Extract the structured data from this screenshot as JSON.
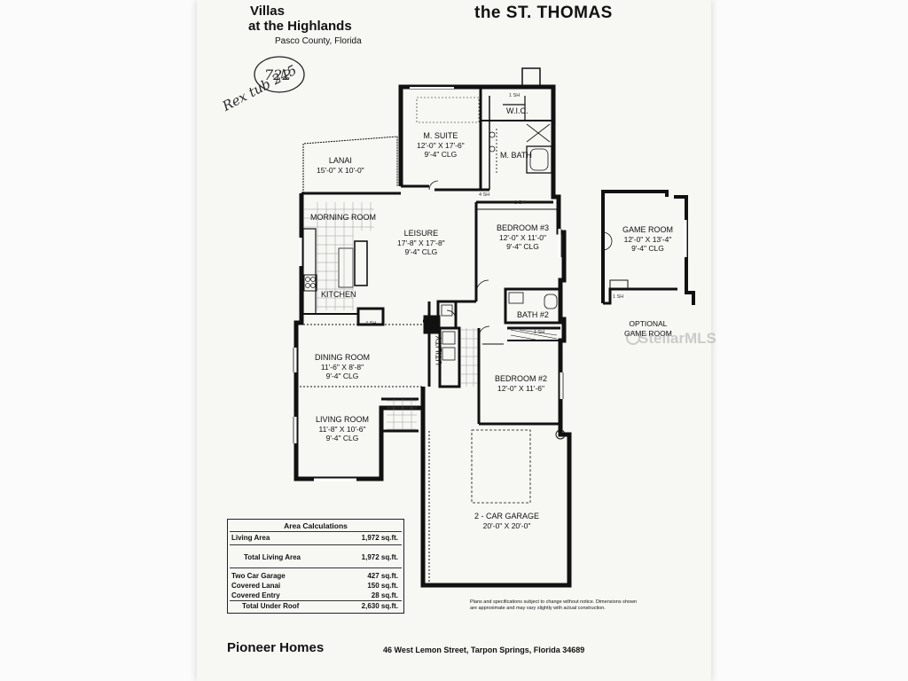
{
  "header": {
    "community_line1": "Villas",
    "community_line2": "at the Highlands",
    "county": "Pasco County, Florida",
    "model": "the ST. THOMAS"
  },
  "handwriting": {
    "circle_note": "722",
    "price_note": "Rex tub 245"
  },
  "rooms": {
    "lanai": {
      "name": "LANAI",
      "dims": "15'-0\" X 10'-0\""
    },
    "master_suite": {
      "name": "M. SUITE",
      "dims": "12'-0\" X 17'-6\"",
      "ceiling": "9'-4\" CLG"
    },
    "wic": {
      "name": "W.I.C."
    },
    "master_bath": {
      "name": "M. BATH"
    },
    "morning_room": {
      "name": "MORNING ROOM"
    },
    "leisure": {
      "name": "LEISURE",
      "dims": "17'-8\" X 17'-8\"",
      "ceiling": "9'-4\" CLG"
    },
    "bedroom3": {
      "name": "BEDROOM #3",
      "dims": "12'-0\" X 11'-0\"",
      "ceiling": "9'-4\" CLG"
    },
    "kitchen": {
      "name": "KITCHEN"
    },
    "bath2": {
      "name": "BATH #2"
    },
    "dining_room": {
      "name": "DINING ROOM",
      "dims": "11'-6\" X 8'-8\"",
      "ceiling": "9'-4\" CLG"
    },
    "utility": {
      "name": "UTILITY"
    },
    "bedroom2": {
      "name": "BEDROOM #2",
      "dims": "12'-0\" X 11'-6\""
    },
    "living_room": {
      "name": "LIVING ROOM",
      "dims": "11'-8\" X 10'-6\"",
      "ceiling": "9'-4\" CLG"
    },
    "garage": {
      "name": "2 - CAR GARAGE",
      "dims": "20'-0\" X 20'-0\""
    },
    "game_room": {
      "name": "GAME ROOM",
      "dims": "12'-0\" X 13'-4\"",
      "ceiling": "9'-4\" CLG"
    }
  },
  "shelf_labels": {
    "sh1": "1 SH",
    "sh2": "1 SH",
    "sh3": "4 SH",
    "sh4": "1 SH",
    "sh5": "4 SH",
    "sh6": "1 SH"
  },
  "optional_label": {
    "line1": "OPTIONAL",
    "line2": "GAME ROOM"
  },
  "area_calculations": {
    "title": "Area Calculations",
    "rows": [
      {
        "label": "Living Area",
        "value": "1,972 sq.ft."
      },
      {
        "label": "Total Living Area",
        "value": "1,972 sq.ft."
      },
      {
        "label": "Two Car Garage",
        "value": "427 sq.ft."
      },
      {
        "label": "Covered Lanai",
        "value": "150 sq.ft."
      },
      {
        "label": "Covered Entry",
        "value": "28 sq.ft."
      },
      {
        "label": "Total Under Roof",
        "value": "2,630 sq.ft."
      }
    ]
  },
  "disclaimer": {
    "line1": "Plans and specifications subject to change without notice. Dimensions shown",
    "line2": "are approximate and may vary slightly with actual construction."
  },
  "footer": {
    "builder": "Pioneer Homes",
    "address": "46 West Lemon Street, Tarpon Springs, Florida 34689"
  },
  "watermark": "StellarMLS"
}
